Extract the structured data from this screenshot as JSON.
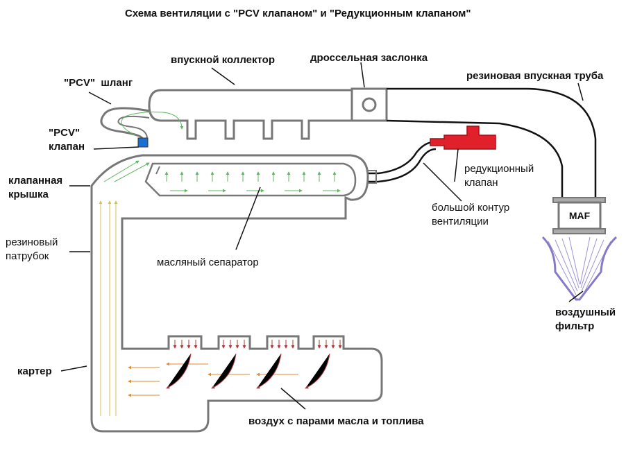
{
  "title": "Схема вентиляции с \"PCV клапаном\" и \"Редукционным клапаном\"",
  "labels": {
    "intake_manifold": "впускной коллектор",
    "throttle": "дроссельная заслонка",
    "rubber_intake_pipe": "резиновая впускная труба",
    "pcv_hose": "\"PCV\"  шланг",
    "pcv_valve": "\"PCV\"\nклапан",
    "valve_cover": "клапанная\nкрышка",
    "rubber_hose": "резиновый\nпатрубок",
    "reduction_valve": "редукционный\nклапан",
    "big_circuit": "большой контур\nвентиляции",
    "oil_separator": "масляный сепаратор",
    "maf": "MAF",
    "air_filter": "воздушный\nфильтр",
    "crankcase": "картер",
    "blowby": "воздух с парами масла и топлива"
  },
  "colors": {
    "outline": "#777777",
    "reduction_valve": "#e0202a",
    "pcv_valve": "#1a6fd0",
    "filter": "#8878c8",
    "flow_green": "#5cb85c",
    "flow_yellow": "#d8c050",
    "flow_red": "#a83838",
    "flow_orange": "#e08a30"
  }
}
